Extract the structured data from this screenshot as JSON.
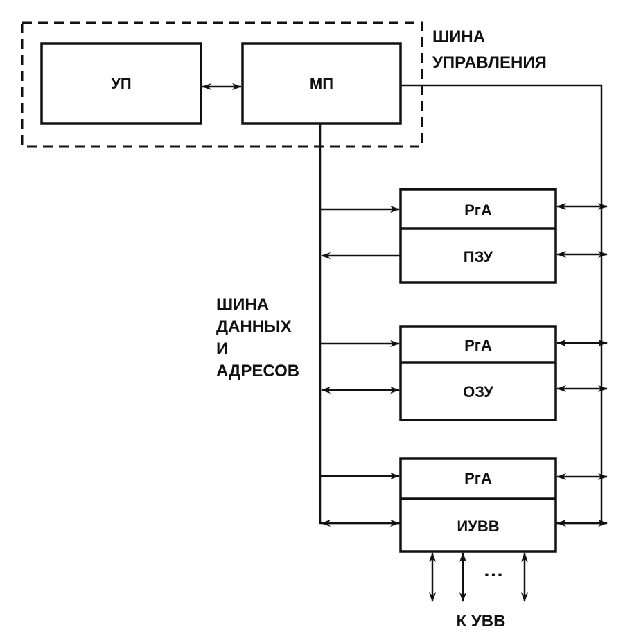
{
  "blocks": {
    "up": "УП",
    "mp": "МП",
    "rom_reg": "РгА",
    "rom": "ПЗУ",
    "ram_reg": "РгА",
    "ram": "ОЗУ",
    "io_reg": "РгА",
    "io": "ИУВВ"
  },
  "labels": {
    "control_bus": [
      "ШИНА",
      "УПРАВЛЕНИЯ"
    ],
    "data_bus": [
      "ШИНА",
      "ДАННЫХ",
      "И",
      "АДРЕСОВ"
    ],
    "io_devices": "К УВВ",
    "ellipsis": "…"
  }
}
